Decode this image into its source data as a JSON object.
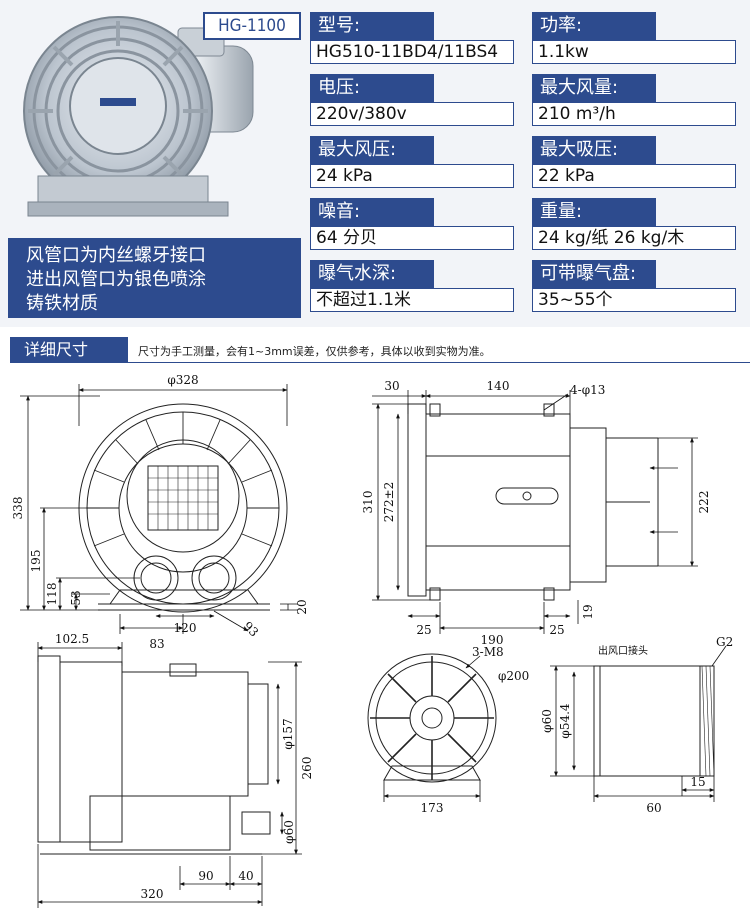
{
  "model": "HG-1100",
  "description": [
    "风管口为内丝螺牙接口",
    "进出风管口为银色喷涂",
    "铸铁材质"
  ],
  "specs": [
    {
      "label": "型号:",
      "value": "HG510-11BD4/11BS4"
    },
    {
      "label": "功率:",
      "value": "1.1kw"
    },
    {
      "label": "电压:",
      "value": "220v/380v"
    },
    {
      "label": "最大风量:",
      "value": "210 m³/h"
    },
    {
      "label": "最大风压:",
      "value": "24 kPa"
    },
    {
      "label": "最大吸压:",
      "value": "22 kPa"
    },
    {
      "label": "噪音:",
      "value": "64 分贝"
    },
    {
      "label": "重量:",
      "value": "24 kg/纸 26 kg/木"
    },
    {
      "label": "曝气水深:",
      "value": "不超过1.1米"
    },
    {
      "label": "可带曝气盘:",
      "value": "35~55个"
    }
  ],
  "section": {
    "title": "详细尺寸",
    "note": "尺寸为手工测量，会有1~3mm误差，仅供参考，具体以收到实物为准。"
  },
  "dims": {
    "front_width": "φ328",
    "front_height": "338",
    "front_195": "195",
    "front_118": "118",
    "front_53": "53",
    "front_83": "83",
    "front_120": "120",
    "front_93": "93",
    "front_20": "20",
    "side_30": "30",
    "side_140": "140",
    "side_holes": "4-φ13",
    "side_310": "310",
    "side_272": "272±2",
    "side_222": "222",
    "side_25a": "25",
    "side_190": "190",
    "side_25b": "25",
    "side_19": "19",
    "bot_102": "102.5",
    "bot_157": "φ157",
    "bot_260": "260",
    "bot_60": "φ60",
    "bot_90": "90",
    "bot_40": "40",
    "bot_320": "320",
    "flange_m8": "3-M8",
    "flange_200": "φ200",
    "flange_173": "173",
    "pipe_title": "出风口接头",
    "pipe_g2": "G2",
    "pipe_60d": "φ60",
    "pipe_54": "φ54.4",
    "pipe_60": "60",
    "pipe_15": "15"
  },
  "colors": {
    "accent": "#2d4b8e"
  }
}
